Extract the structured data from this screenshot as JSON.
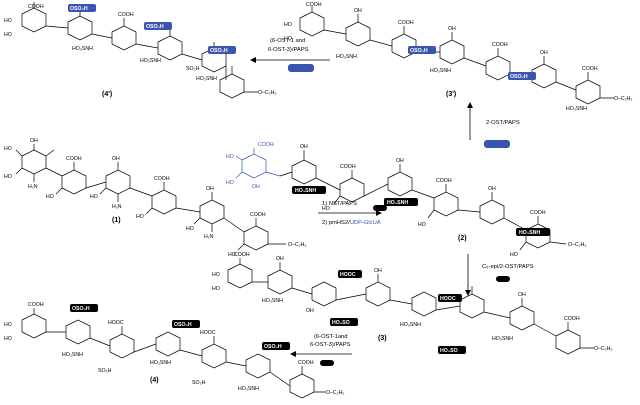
{
  "compounds": {
    "c1": "(1)",
    "c2": "(2)",
    "c3": "(3)",
    "c4": "(4)",
    "c3p": "(3')",
    "c4p": "(4')"
  },
  "groups": {
    "oh": "OH",
    "ho": "HO",
    "cooh": "COOH",
    "hooc": "HOOC",
    "h2n": "H₂N",
    "nhso3": "HO₃SNH",
    "oso3h": "OSO₃H",
    "ho3so": "HO₃SO",
    "so3h": "SO₃H",
    "oc2h5": "O–C₂H₅",
    "o": "O"
  },
  "reactions": {
    "r1_line1": "1) NST/PAPS",
    "r1_line2_prefix": "2) pmHS2/",
    "r1_line2_blue": "UDP-GlcUA",
    "r2": "2-OST/PAPS",
    "r3": "C₅-epi/2-OST/PAPS",
    "r4_line1": "(6-OST-1and",
    "r4_line2": "6-OST-3)/PAPS",
    "r5_line1": "(6-OST-1 and",
    "r5_line2": "6-OST-3)/PAPS"
  },
  "colors": {
    "blue": "#3a55b0",
    "black": "#000000"
  }
}
